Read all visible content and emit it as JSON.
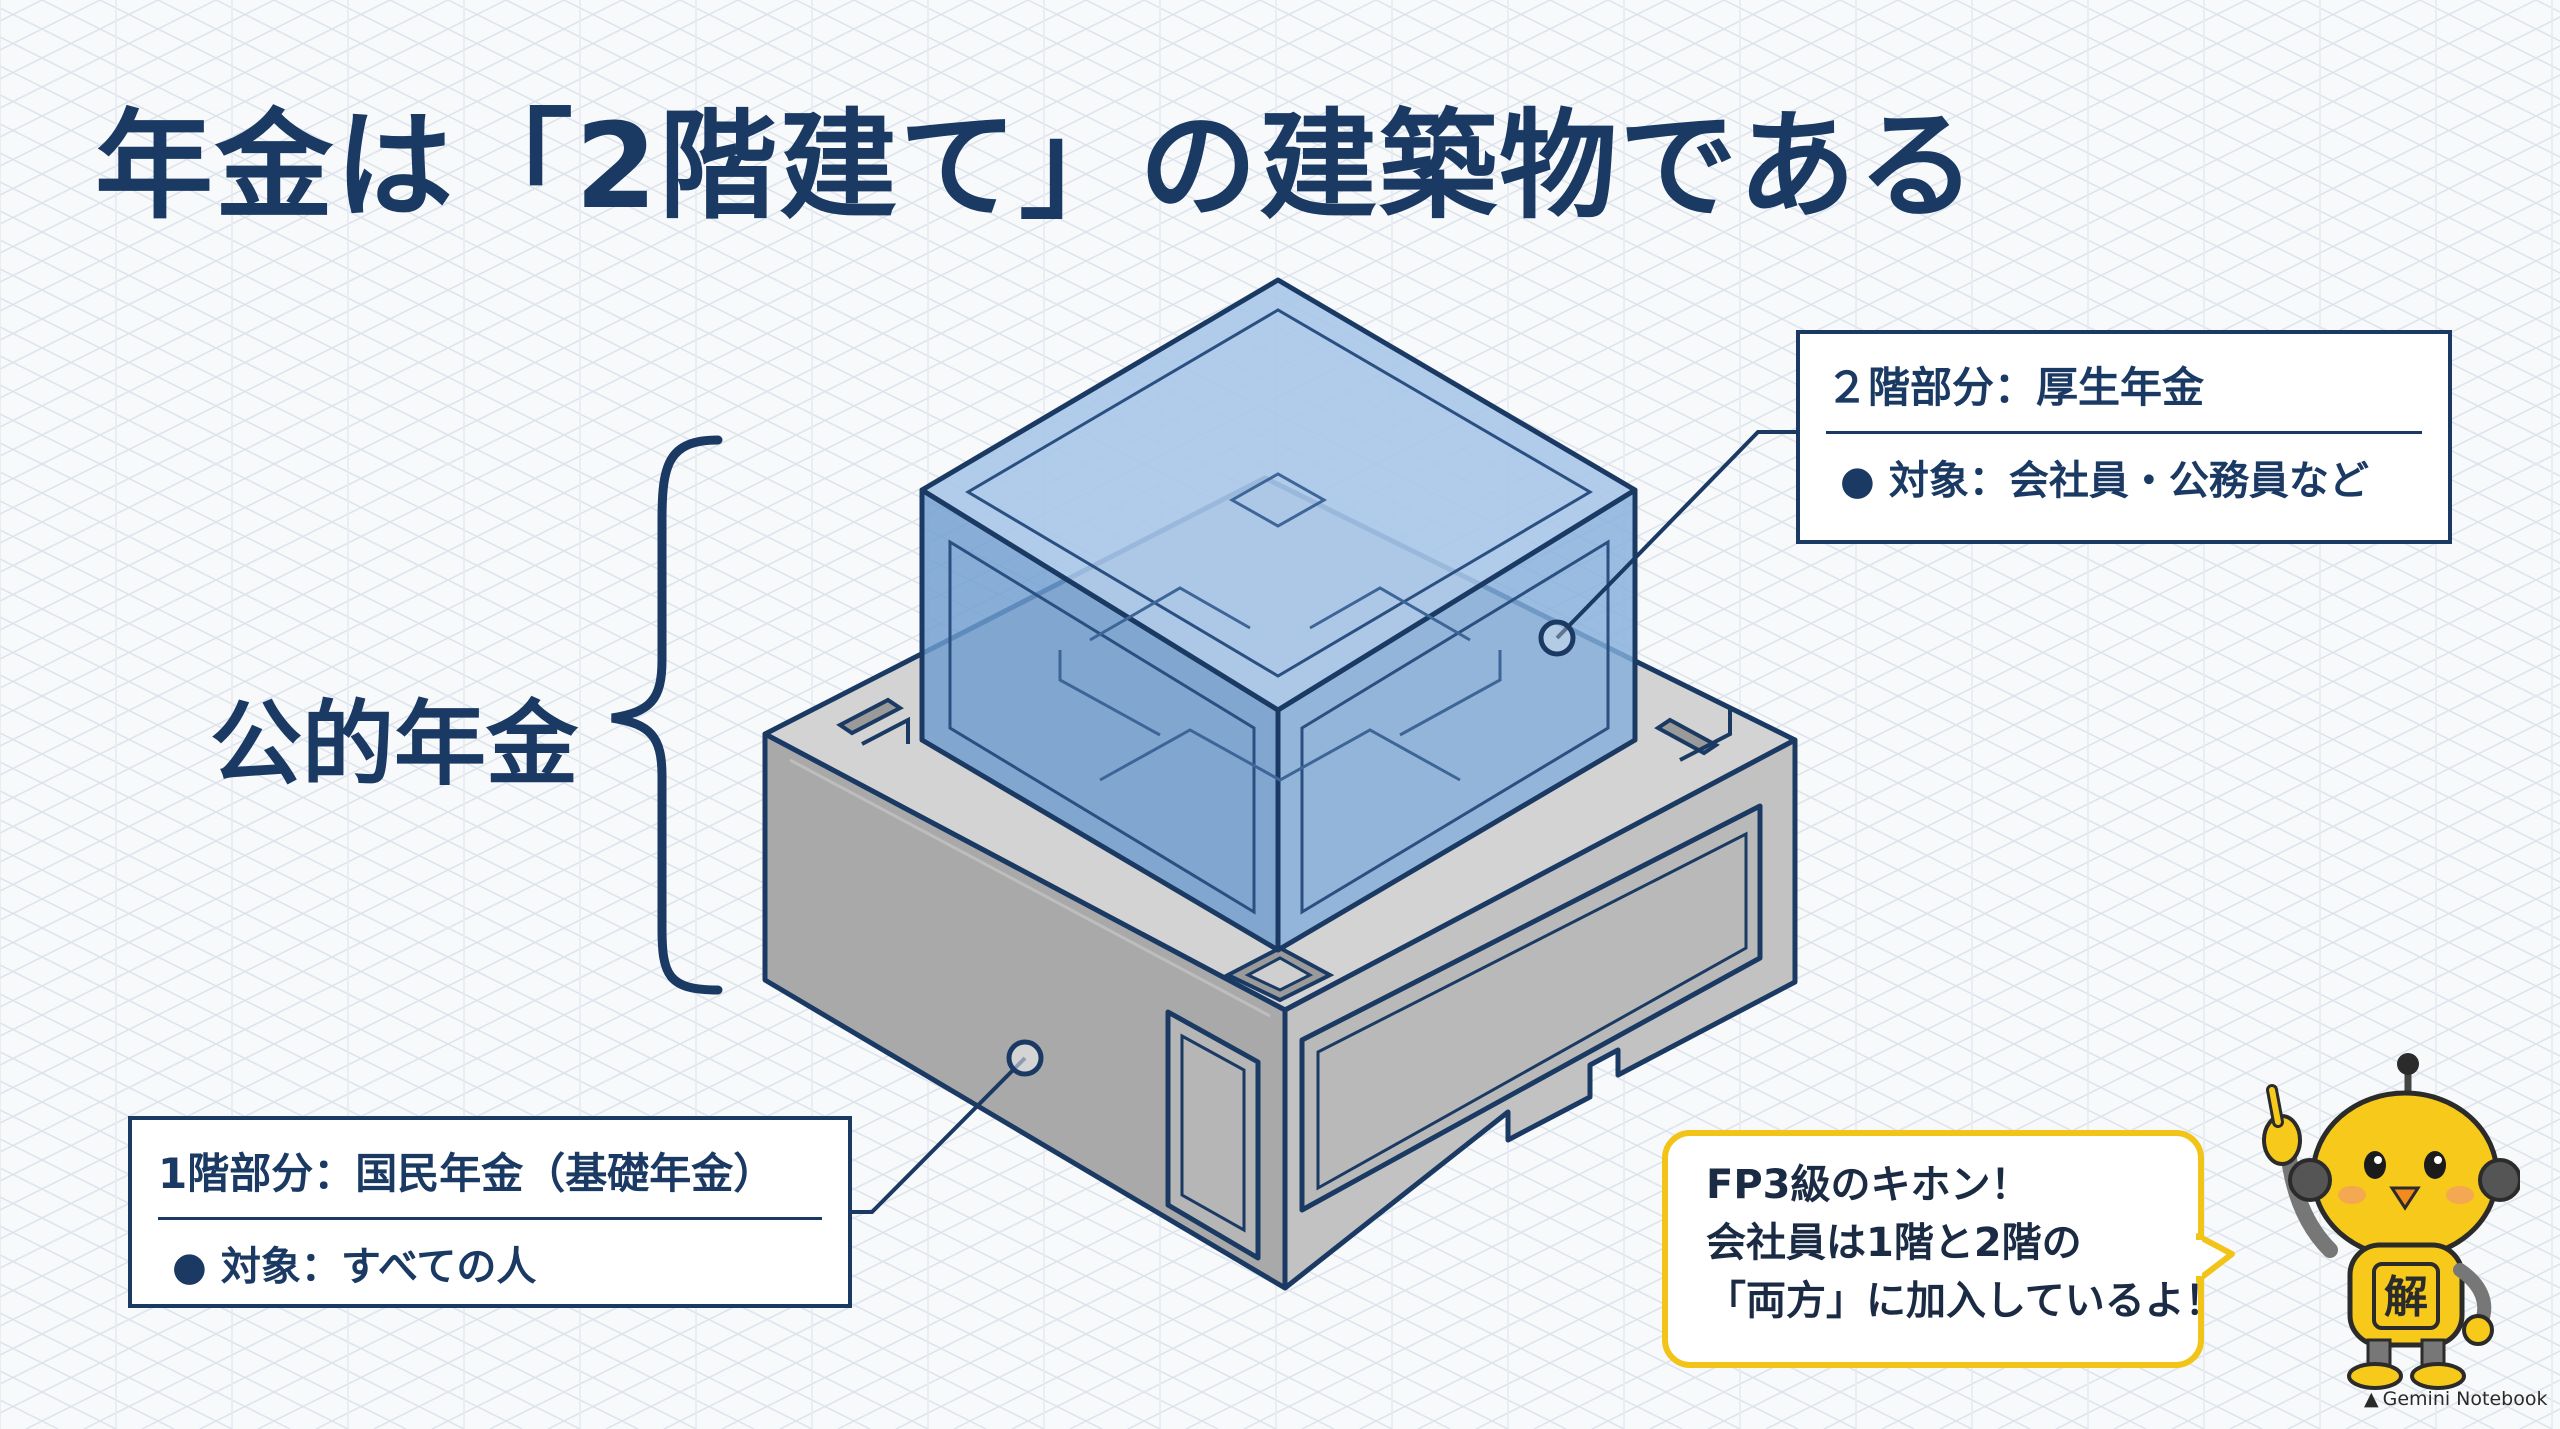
{
  "title": "年金は「2階建て」の建築物である",
  "brace_label": "公的年金",
  "callout_2f": {
    "heading": "２階部分：厚生年金",
    "bullet": "● 対象：会社員・公務員など"
  },
  "callout_1f": {
    "heading": "1階部分：国民年金（基礎年金）",
    "bullet": "● 対象：すべての人"
  },
  "speech": {
    "line1": "FP3級のキホン！",
    "line2": "会社員は1階と2階の",
    "line3": "「両方」に加入しているよ！"
  },
  "mascot": {
    "badge": "解"
  },
  "watermark": "Gemini Notebook",
  "colors": {
    "navy": "#1b3a63",
    "glass_blue": "#7fa8d6",
    "concrete_gray": "#b5b5b5",
    "speech_border": "#f2c417",
    "mascot_yellow": "#f7c91a"
  }
}
